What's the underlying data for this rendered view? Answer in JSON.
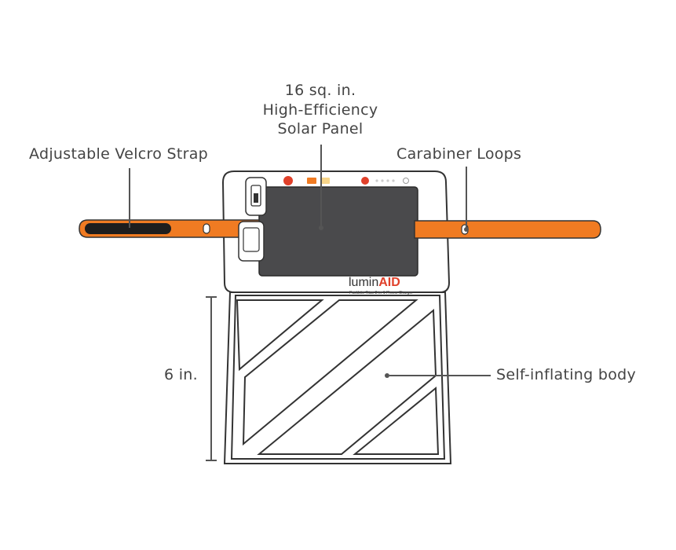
{
  "labels": {
    "solar_line1": "16 sq. in.",
    "solar_line2": "High-Efficiency",
    "solar_line3": "Solar Panel",
    "strap": "Adjustable Velcro Strap",
    "carabiner": "Carabiner Loops",
    "height": "6 in.",
    "body": "Self-inflating body"
  },
  "brand": {
    "name_prefix": "lumin",
    "name_suffix": "AID",
    "tagline": "PackLite Titan 2-in-1 Phone Charger"
  },
  "colors": {
    "strap": "#f07b22",
    "panel": "#4a4a4c",
    "outline": "#333333",
    "label": "#444444",
    "accent_red": "#e0402a"
  }
}
